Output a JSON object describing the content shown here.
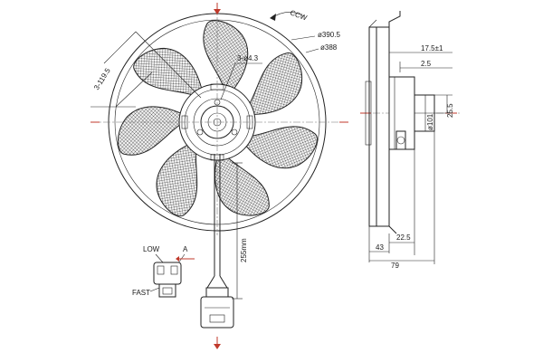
{
  "front_view": {
    "rotation_label": "CCW",
    "outer_diameter_label": "ø390.5",
    "blade_diameter_label": "ø388",
    "hole_pattern_label": "3-ø4.3",
    "bolt_circle_label": "3-119.5",
    "cable_length_label": "255mm"
  },
  "side_view": {
    "width_label": "17.5±1",
    "offset_label": "2.5",
    "hub_offset_label": "25.5",
    "hub_diameter_label": "ø101",
    "flange_label": "22.5",
    "motor_depth_label": "43",
    "total_depth_label": "79"
  },
  "connector": {
    "low_label": "LOW",
    "fast_label": "FAST",
    "pin_label": "A"
  },
  "colors": {
    "line": "#222222",
    "accent": "#c0392b",
    "hatch": "#555555"
  }
}
